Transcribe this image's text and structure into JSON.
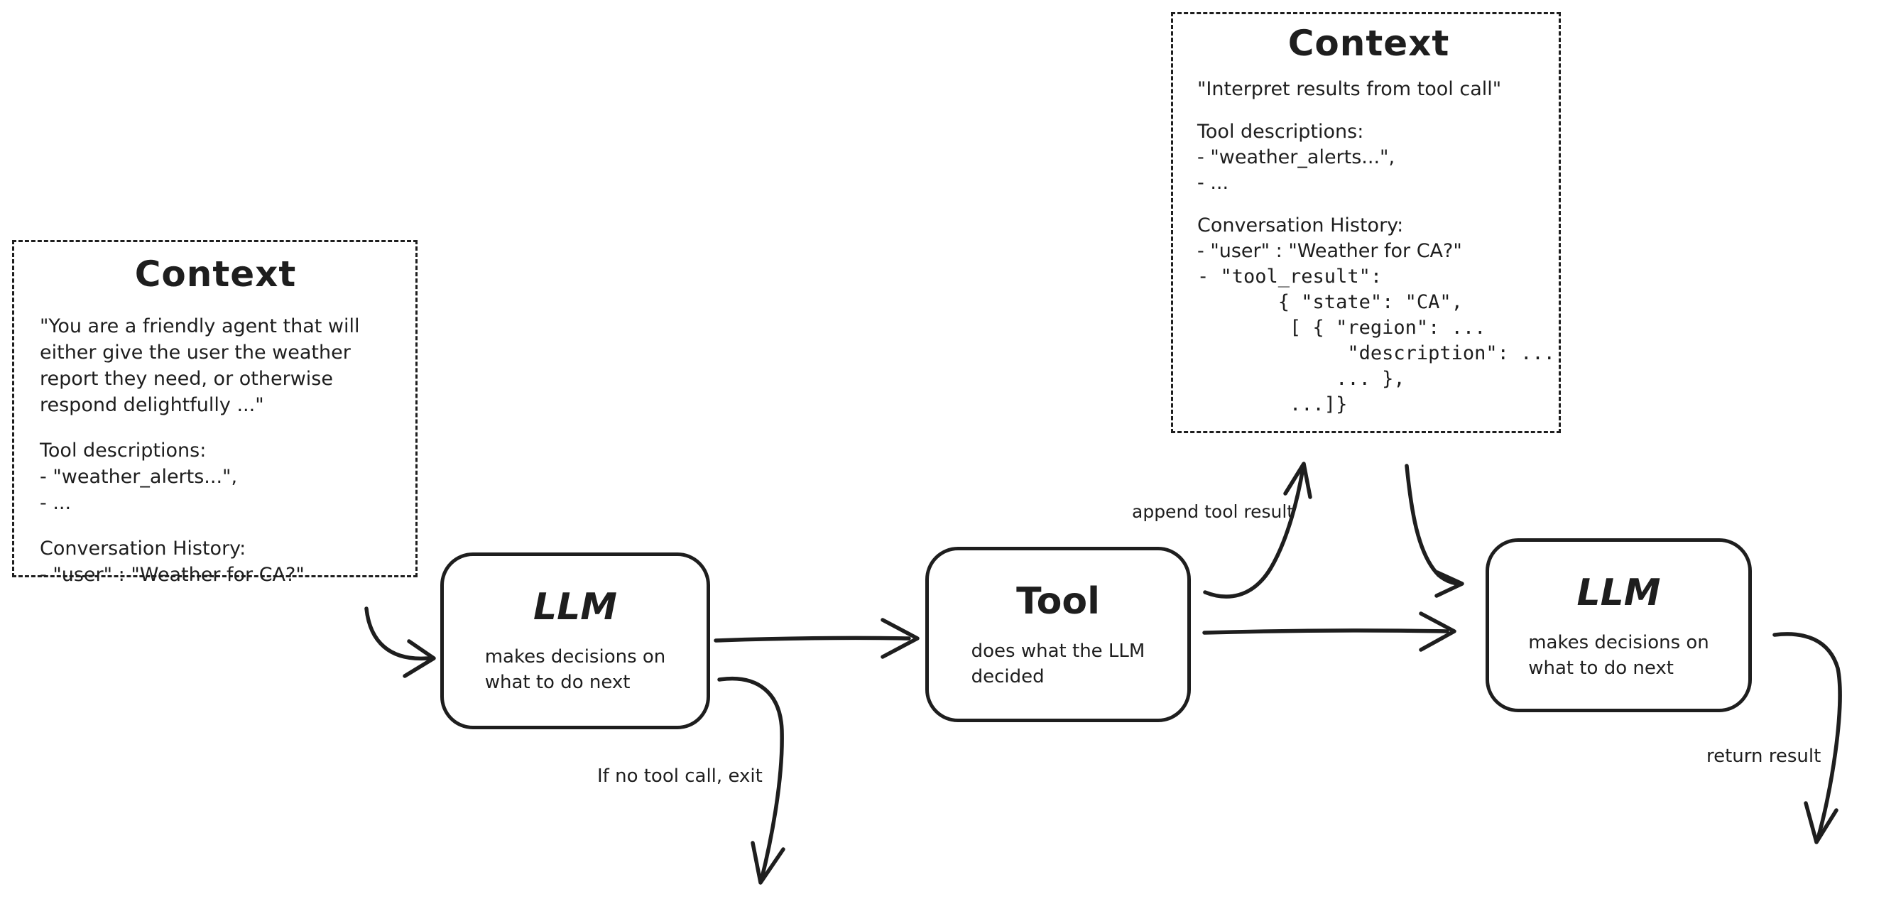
{
  "colors": {
    "stroke": "#1e1e1e",
    "background": "#ffffff"
  },
  "context_left": {
    "title": "Context",
    "system_prompt": "\"You are a friendly agent that will\neither give the user the weather\nreport they need, or otherwise\nrespond delightfully ...\"",
    "tools_heading": "Tool descriptions:",
    "tools_list": "- \"weather_alerts...\",\n- ...",
    "history_heading": "Conversation History:",
    "history_list": "- \"user\" : \"Weather for CA?\""
  },
  "context_right": {
    "title": "Context",
    "instruction": "\"Interpret results from tool call\"",
    "tools_heading": "Tool descriptions:",
    "tools_list": "- \"weather_alerts...\",\n- ...",
    "history_heading": "Conversation History:",
    "history_user": "- \"user\" : \"Weather for CA?\"",
    "history_tool_result": "- \"tool_result\":\n       { \"state\": \"CA\",\n        [ { \"region\": ...\n             \"description\": ...\n            ... },\n        ...]}"
  },
  "nodes": {
    "llm_first": {
      "title": "LLM",
      "description": "makes decisions on\nwhat to do next"
    },
    "tool": {
      "title": "Tool",
      "description": "does what the LLM\ndecided"
    },
    "llm_second": {
      "title": "LLM",
      "description": "makes decisions on\nwhat to do next"
    }
  },
  "edge_labels": {
    "append_tool_result": "append tool result",
    "if_no_tool_call": "If no tool call, exit",
    "return_result": "return result"
  }
}
